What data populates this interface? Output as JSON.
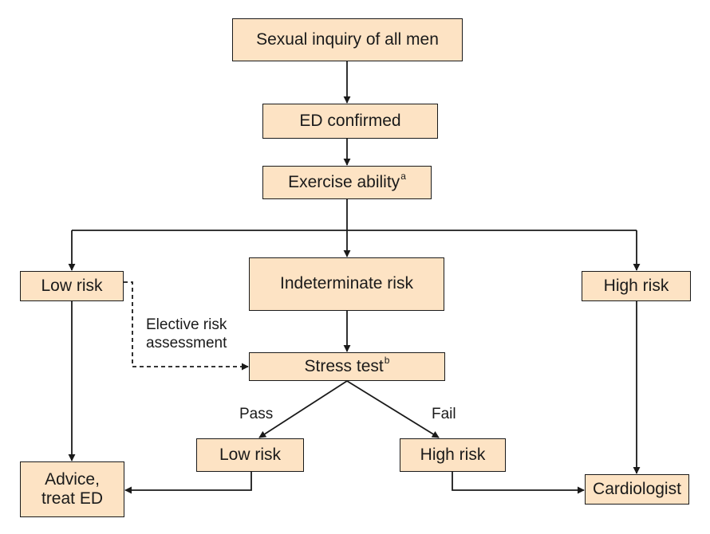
{
  "nodes": {
    "sexual_inquiry": "Sexual inquiry of all men",
    "ed_confirmed": "ED confirmed",
    "exercise_ability": "Exercise ability",
    "exercise_ability_note": "a",
    "low_risk_left": "Low risk",
    "indeterminate_risk": "Indeterminate risk",
    "high_risk_right": "High risk",
    "stress_test": "Stress test",
    "stress_test_note": "b",
    "low_risk_bottom": "Low risk",
    "high_risk_bottom": "High risk",
    "advice_line1": "Advice,",
    "advice_line2": "treat ED",
    "cardiologist": "Cardiologist"
  },
  "edge_labels": {
    "elective_line1": "Elective risk",
    "elective_line2": "assessment",
    "pass": "Pass",
    "fail": "Fail"
  },
  "colors": {
    "box_fill": "#fde3c4",
    "stroke": "#1a1a1a"
  }
}
